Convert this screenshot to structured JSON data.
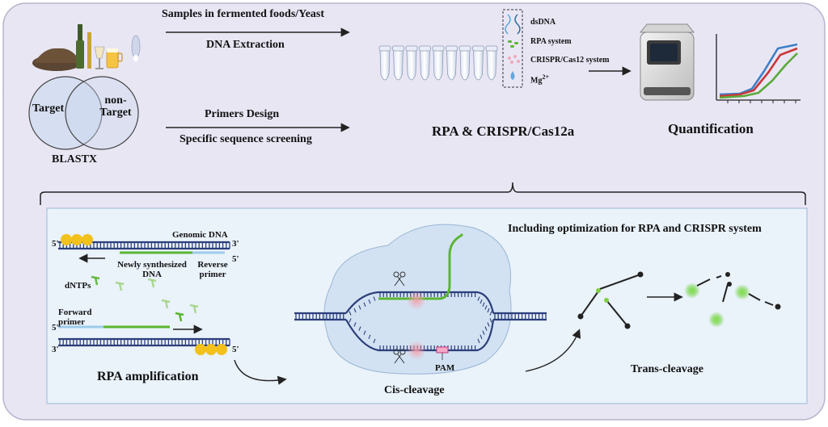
{
  "top": {
    "samples_label": "Samples in fermented foods/Yeast",
    "extraction_label": "DNA Extraction",
    "primers_label": "Primers Design",
    "screening_label": "Specific sequence screening",
    "venn": {
      "left": "Target",
      "right_line1": "non-",
      "right_line2": "Target",
      "caption": "BLASTX"
    },
    "legend": {
      "items": [
        {
          "label": "dsDNA",
          "icon": "dsdna-icon"
        },
        {
          "label": "RPA system",
          "icon": "rpa-dots-icon"
        },
        {
          "label": "CRISPR/Cas12 system",
          "icon": "crispr-dots-icon"
        },
        {
          "label": "Mg",
          "sup": "2+",
          "icon": "water-drop-icon"
        }
      ]
    },
    "rpa_crispr_label": "RPA & CRISPR/Cas12a",
    "quantification_label": "Quantification"
  },
  "bottom": {
    "optimization_label": "Including optimization for RPA and CRISPR system",
    "genomic_dna": "Genomic DNA",
    "five_prime": "5'",
    "three_prime": "3'",
    "newly_synth_line1": "Newly synthesized",
    "newly_synth_line2": "DNA",
    "reverse_line1": "Reverse",
    "reverse_line2": "primer",
    "dntps": "dNTPs",
    "forward_line1": "Forward",
    "forward_line2": "primer",
    "rpa_amplification": "RPA  amplification",
    "pam": "PAM",
    "cis_cleavage": "Cis-cleavage",
    "trans_cleavage": "Trans-cleavage"
  },
  "colors": {
    "panel_fill": "#e9e6f4",
    "inner_fill": "#eaf2fa",
    "dna_dark": "#2c3e7a",
    "dna_light": "#7fb7e0",
    "green": "#5bb532",
    "yellow": "#f2c11b",
    "curve_blue": "#3d7fc8",
    "curve_red": "#c8393a",
    "curve_green": "#5aaa3a"
  }
}
